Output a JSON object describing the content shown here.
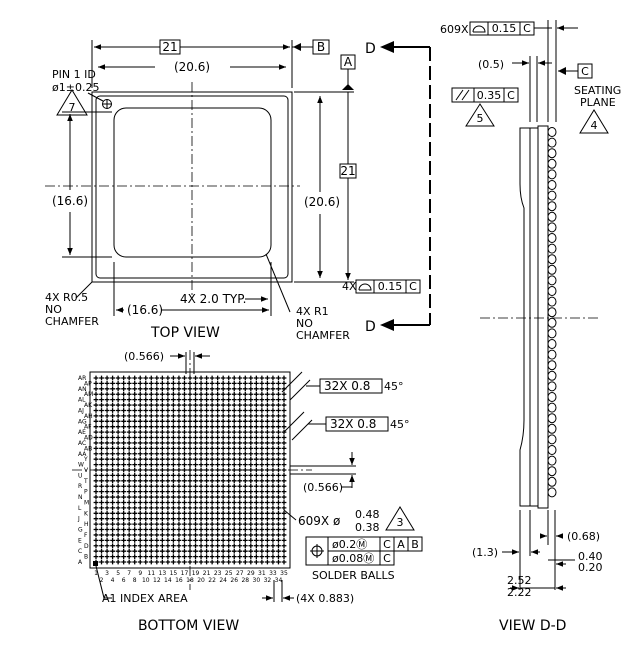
{
  "top_view": {
    "dim_width_box": "21",
    "dim_width_ref": "(20.6)",
    "datum_b": "B",
    "datum_a": "A",
    "view_d_left": "D",
    "view_d_right": "D",
    "pin1_line1": "PIN 1 ID",
    "pin1_line2": "ø1±0.25",
    "note7": "7",
    "dim_height_left": "(16.6)",
    "dim_height_ref": "(20.6)",
    "dim_height_box": "21",
    "flat_qty": "4X",
    "flat_val": "0.15",
    "flat_datum": "C",
    "corner_note_1": "4X R0.5",
    "corner_note_2": "NO",
    "corner_note_3": "CHAMFER",
    "dim_bottom": "(16.6)",
    "typ_note": "4X 2.0 TYP.",
    "r1_note_1": "4X R1",
    "r1_note_2": "NO",
    "r1_note_3": "CHAMFER",
    "title": "TOP VIEW"
  },
  "bottom_view": {
    "dim_top": "(0.566)",
    "chamfer_1": "32X  0.8",
    "chamfer_1_deg": "45°",
    "chamfer_2": "32X  0.8",
    "chamfer_2_deg": "45°",
    "dim_right": "(0.566)",
    "ball_qty": "609X ø",
    "ball_max": "0.48",
    "ball_min": "0.38",
    "note3": "3",
    "tol1": "ø0.2Ⓜ",
    "tol1_a": "C",
    "tol1_b": "A",
    "tol1_c": "B",
    "tol2": "ø0.08Ⓜ",
    "tol2_a": "C",
    "solder_label": "SOLDER BALLS",
    "a1_label": "A1 INDEX AREA",
    "pitch": "(4X 0.883)",
    "row_labels": [
      "AR",
      "AP",
      "AN",
      "AM",
      "AL",
      "AK",
      "AJ",
      "AH",
      "AG",
      "AF",
      "AE",
      "AD",
      "AC",
      "AB",
      "AA",
      "Y",
      "W",
      "V",
      "U",
      "T",
      "R",
      "P",
      "N",
      "M",
      "L",
      "K",
      "J",
      "H",
      "G",
      "F",
      "E",
      "D",
      "C",
      "B",
      "A"
    ],
    "col_odd": [
      "1",
      "3",
      "5",
      "7",
      "9",
      "11",
      "13",
      "15",
      "17",
      "19",
      "21",
      "23",
      "25",
      "27",
      "29",
      "31",
      "33",
      "35"
    ],
    "col_even": [
      "2",
      "4",
      "6",
      "8",
      "10",
      "12",
      "14",
      "16",
      "18",
      "20",
      "22",
      "24",
      "26",
      "28",
      "30",
      "32",
      "34"
    ],
    "title": "BOTTOM VIEW"
  },
  "side_view": {
    "flat_qty": "609X",
    "flat_val": "0.15",
    "flat_datum": "C",
    "dim_top": "(0.5)",
    "datum_c": "C",
    "seating_1": "SEATING",
    "seating_2": "PLANE",
    "note4": "4",
    "par_val": "0.35",
    "par_datum": "C",
    "note5": "5",
    "dim_068": "(0.68)",
    "dim_13": "(1.3)",
    "dim_040": "0.40",
    "dim_020": "0.20",
    "dim_252": "2.52",
    "dim_222": "2.22",
    "title": "VIEW D-D"
  }
}
